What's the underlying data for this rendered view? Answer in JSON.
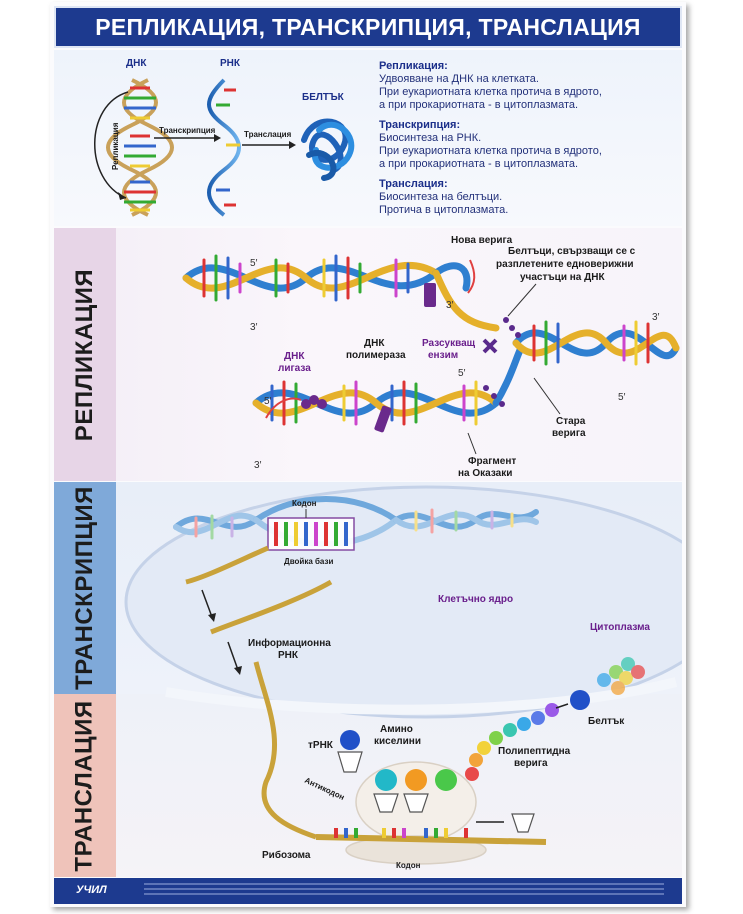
{
  "title": "РЕПЛИКАЦИЯ, ТРАНСКРИПЦИЯ, ТРАНСЛАЦИЯ",
  "overview": {
    "dna_label": "ДНК",
    "rna_label": "РНК",
    "protein_label": "БЕЛТЪК",
    "replication_arrow": "Репликация",
    "transcription_arrow": "Транскрипция",
    "translation_arrow": "Транслация",
    "definitions": [
      {
        "heading": "Репликация:",
        "lines": [
          "Удвояване на ДНК на клетката.",
          "При еукариотната клетка протича в ядрото,",
          "а при прокариотната - в цитоплазмата."
        ]
      },
      {
        "heading": "Транскрипция:",
        "lines": [
          "Биосинтеза на РНК.",
          "При еукариотната клетка протича в ядрото,",
          "а при прокариотната - в цитоплазмата."
        ]
      },
      {
        "heading": "Транслация:",
        "lines": [
          "Биосинтеза на белтъци.",
          "Протича в цитоплазмата."
        ]
      }
    ]
  },
  "sections": {
    "replication": "РЕПЛИКАЦИЯ",
    "transcription": "ТРАНСКРИПЦИЯ",
    "translation": "ТРАНСЛАЦИЯ"
  },
  "replication": {
    "new_strand": "Нова верига",
    "binding_proteins": [
      "Белтъци, свързващи се с",
      "разплетените едноверижни",
      "участъци на ДНК"
    ],
    "dna_polymerase": [
      "ДНК",
      "полимераза"
    ],
    "unwinding_enzyme": [
      "Разсукващ",
      "ензим"
    ],
    "dna_ligase": [
      "ДНК",
      "лигаза"
    ],
    "old_strand": [
      "Стара",
      "верига"
    ],
    "okazaki": [
      "Фрагмент",
      "на Оказаки"
    ],
    "five_prime": "5′",
    "three_prime": "3′"
  },
  "transcription": {
    "codon": "Кодон",
    "base_pairs": "Двойка бази",
    "mrna": [
      "Информационна",
      "РНК"
    ],
    "nucleus": "Клетъчно ядро",
    "cytoplasm": "Цитоплазма"
  },
  "translation": {
    "trna": "тРНК",
    "amino_acids": [
      "Амино",
      "киселини"
    ],
    "anticodon": "Антикодон",
    "polypeptide": [
      "Полипептидна",
      "верига"
    ],
    "protein": "Белтък",
    "ribosome": "Рибозома",
    "codon": "Кодон"
  },
  "footer": {
    "logo": "УЧИЛ"
  },
  "colors": {
    "title_bar": "#1d3a8f",
    "tab_replication": "#e7d5e7",
    "tab_transcription": "#7fa9d9",
    "tab_translation": "#efc3ba",
    "dna_strand_blue": "#2f7fd0",
    "dna_strand_gold": "#e5b02b"
  }
}
